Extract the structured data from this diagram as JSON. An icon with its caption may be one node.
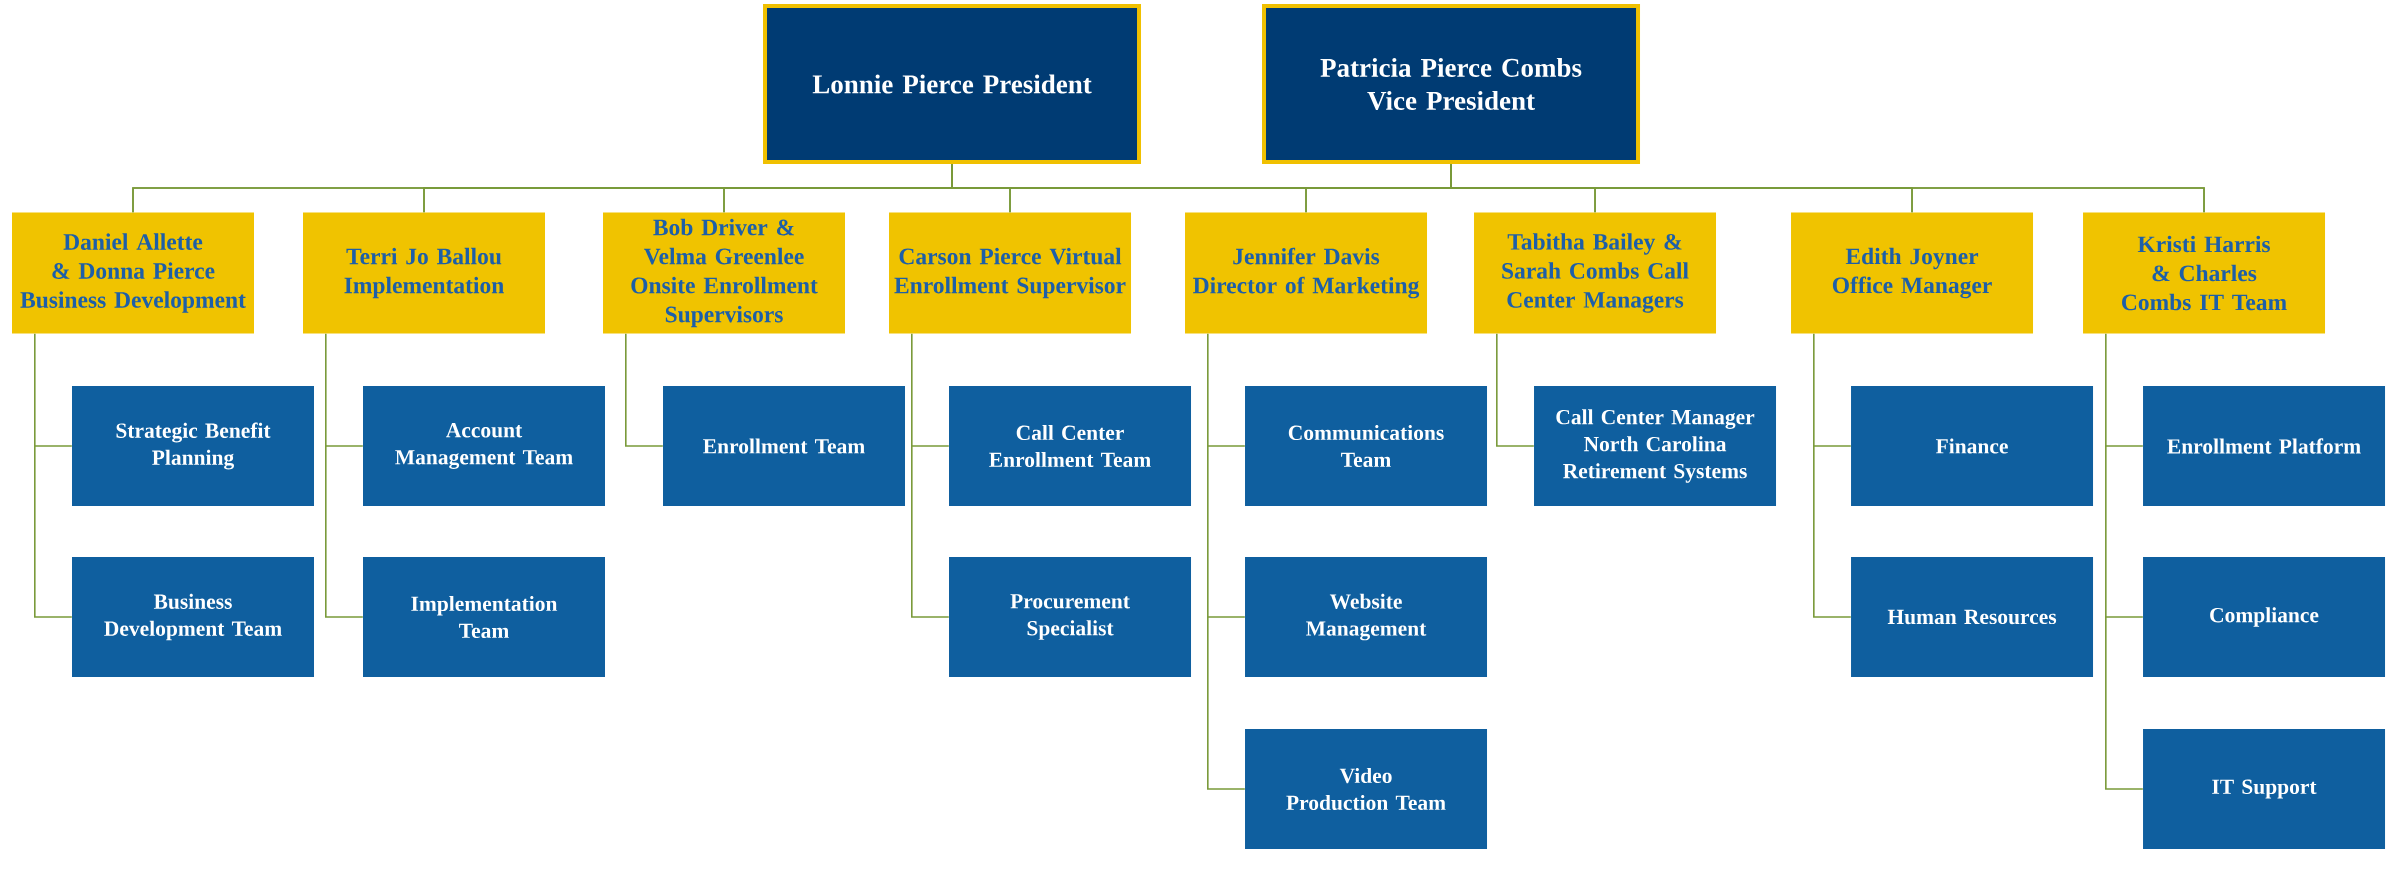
{
  "diagram": {
    "nodes": [
      {
        "text": [
          "Lonnie Pierce President"
        ]
      },
      {
        "text": [
          "Patricia Pierce Combs Vice President"
        ]
      },
      {
        "text": [
          "Daniel Allette & Donna Pierce Business Development"
        ]
      },
      {
        "text": [
          "Terri Jo Ballou Implementation"
        ]
      },
      {
        "text": [
          "Bob Driver & Velma Greenlee Onsite Enrollment Supervisors"
        ]
      },
      {
        "text": [
          "Carson Pierce Virtual Enrollment Supervisor"
        ]
      },
      {
        "text": [
          "Jennifer Davis Director of Marketing"
        ]
      },
      {
        "text": [
          "Tabitha Bailey & Sarah Combs Call Center Managers"
        ]
      },
      {
        "text": [
          "Edith Joyner Office Manager"
        ]
      },
      {
        "text": [
          "Kristi Harris & Charles Combs IT Team"
        ]
      },
      {
        "text": [
          "Strategic Benefit Planning"
        ]
      },
      {
        "text": [
          "Business Development Team"
        ]
      },
      {
        "text": [
          "Account Management Team"
        ]
      },
      {
        "text": [
          "Implementation Team"
        ]
      },
      {
        "text": [
          "Enrollment Team"
        ]
      },
      {
        "text": [
          "Call Center Enrollment Team"
        ]
      },
      {
        "text": [
          "Procurement Specialist"
        ]
      },
      {
        "text": [
          "Communications Team"
        ]
      },
      {
        "text": [
          "Website Management"
        ]
      },
      {
        "text": [
          "Video Production Team"
        ]
      },
      {
        "text": [
          "Call Center Manager North Carolina Retirement Systems"
        ]
      },
      {
        "text": [
          "Finance"
        ]
      },
      {
        "text": [
          "Human Resources"
        ]
      },
      {
        "text": [
          "Enrollment Platform"
        ]
      },
      {
        "text": [
          "Compliance"
        ]
      },
      {
        "text": [
          "IT Support"
        ]
      }
    ],
    "edges": [
      {
        "from": 0,
        "to": 2,
        "arrow": "none"
      },
      {
        "from": 0,
        "to": 3,
        "arrow": "none"
      },
      {
        "from": 0,
        "to": 4,
        "arrow": "none"
      },
      {
        "from": 0,
        "to": 5,
        "arrow": "none"
      },
      {
        "from": 0,
        "to": 6,
        "arrow": "none"
      },
      {
        "from": 0,
        "to": 7,
        "arrow": "none"
      },
      {
        "from": 0,
        "to": 8,
        "arrow": "none"
      },
      {
        "from": 0,
        "to": 9,
        "arrow": "none"
      },
      {
        "from": 1,
        "to": 2,
        "arrow": "none"
      },
      {
        "from": 1,
        "to": 3,
        "arrow": "none"
      },
      {
        "from": 1,
        "to": 4,
        "arrow": "none"
      },
      {
        "from": 1,
        "to": 5,
        "arrow": "none"
      },
      {
        "from": 1,
        "to": 6,
        "arrow": "none"
      },
      {
        "from": 1,
        "to": 7,
        "arrow": "none"
      },
      {
        "from": 1,
        "to": 8,
        "arrow": "none"
      },
      {
        "from": 1,
        "to": 9,
        "arrow": "none"
      },
      {
        "from": 2,
        "to": 10,
        "arrow": "none"
      },
      {
        "from": 2,
        "to": 11,
        "arrow": "none"
      },
      {
        "from": 3,
        "to": 12,
        "arrow": "none"
      },
      {
        "from": 3,
        "to": 13,
        "arrow": "none"
      },
      {
        "from": 4,
        "to": 14,
        "arrow": "none"
      },
      {
        "from": 5,
        "to": 15,
        "arrow": "none"
      },
      {
        "from": 5,
        "to": 16,
        "arrow": "none"
      },
      {
        "from": 6,
        "to": 17,
        "arrow": "none"
      },
      {
        "from": 6,
        "to": 18,
        "arrow": "none"
      },
      {
        "from": 6,
        "to": 19,
        "arrow": "none"
      },
      {
        "from": 7,
        "to": 20,
        "arrow": "none"
      },
      {
        "from": 8,
        "to": 21,
        "arrow": "none"
      },
      {
        "from": 8,
        "to": 22,
        "arrow": "none"
      },
      {
        "from": 9,
        "to": 23,
        "arrow": "none"
      },
      {
        "from": 9,
        "to": 24,
        "arrow": "none"
      },
      {
        "from": 9,
        "to": 25,
        "arrow": "none"
      }
    ]
  }
}
